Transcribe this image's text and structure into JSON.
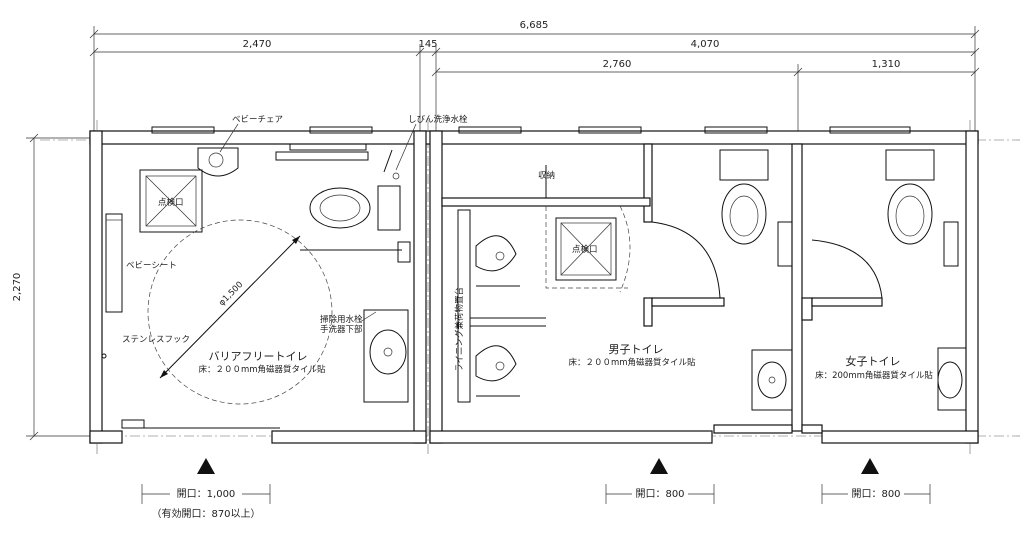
{
  "dimensions": {
    "total": "6,685",
    "left_width": "2,470",
    "gap": "145",
    "right_width": "4,070",
    "mens_width": "2,760",
    "womens_width": "1,310",
    "height": "2,270"
  },
  "labels": {
    "baby_chair": "ベビーチェア",
    "ostomy_faucet": "しびん洗浄水栓",
    "inspection_1": "点検口",
    "inspection_2": "点検口",
    "baby_sheet": "ベビーシート",
    "diameter": "φ1,500",
    "steel_hook": "ステンレスフック",
    "cleaning_faucet": "掃除用水栓",
    "under_sink": "手洗器下部",
    "storage": "収納",
    "lining_shelf": "ライニング兼荷物置台"
  },
  "rooms": {
    "barrier_free": {
      "name": "バリアフリートイレ",
      "floor": "床：２００mm角磁器質タイル貼"
    },
    "mens": {
      "name": "男子トイレ",
      "floor": "床：２００mm角磁器質タイル貼"
    },
    "womens": {
      "name": "女子トイレ",
      "floor": "床：200mm角磁器質タイル貼"
    }
  },
  "openings": {
    "barrier_free": "開口：1,000",
    "barrier_free_effective": "（有効開口：870以上）",
    "mens": "開口：800",
    "womens": "開口：800"
  },
  "colors": {
    "line": "#111111",
    "background": "#ffffff"
  }
}
